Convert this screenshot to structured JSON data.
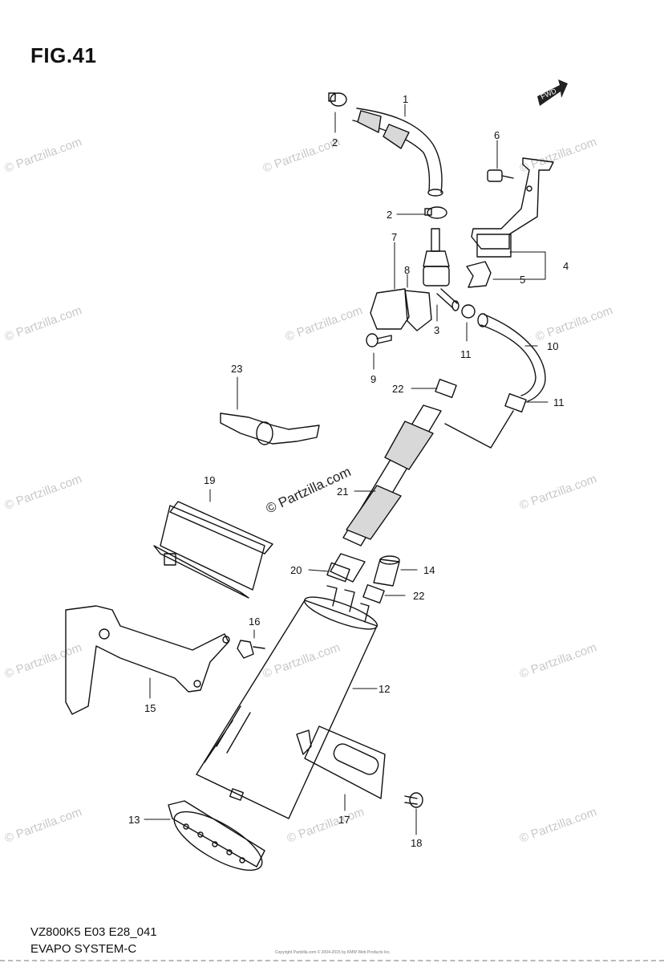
{
  "figure": {
    "title": "FIG.41",
    "code": "VZ800K5 E03 E28_041",
    "caption": "EVAPO SYSTEM-C",
    "fwd_label": "FWD",
    "copyright": "Copyright\nPartzilla.com © 2004-2015 by KMW Web Products Inc."
  },
  "watermark": {
    "text": "© Partzilla.com",
    "color": "#c8c8c8"
  },
  "brand_watermark": {
    "text": "© Partzilla.com"
  },
  "callouts": [
    "1",
    "2",
    "2",
    "3",
    "4",
    "5",
    "6",
    "7",
    "8",
    "9",
    "10",
    "11",
    "11",
    "12",
    "13",
    "14",
    "15",
    "16",
    "17",
    "18",
    "19",
    "20",
    "21",
    "22",
    "22",
    "23"
  ]
}
